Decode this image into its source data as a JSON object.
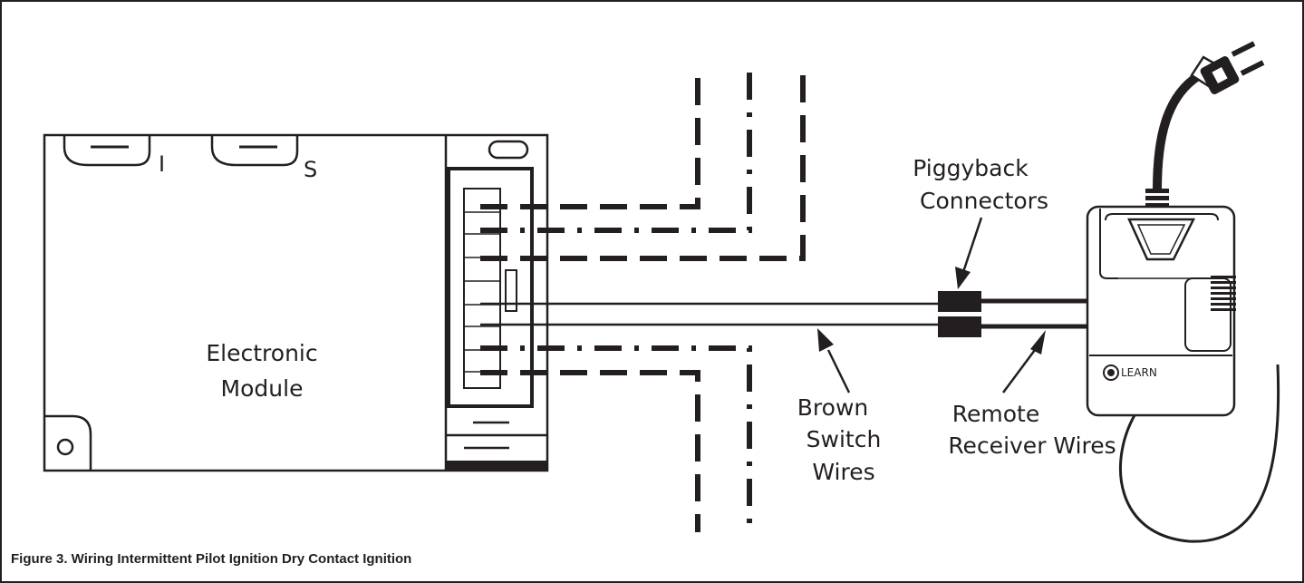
{
  "diagram": {
    "module": {
      "terminal_i": "I",
      "terminal_s": "S",
      "label_line1": "Electronic",
      "label_line2": "Module"
    },
    "labels": {
      "piggyback_line1": "Piggyback",
      "piggyback_line2": "Connectors",
      "brown_line1": "Brown",
      "brown_line2": "Switch",
      "brown_line3": "Wires",
      "remote_line1": "Remote",
      "remote_line2": "Receiver Wires"
    },
    "receiver": {
      "learn_label": "LEARN"
    }
  },
  "caption": "Figure 3.  Wiring Intermittent Pilot Ignition Dry Contact Ignition",
  "colors": {
    "ink": "#231f20",
    "background": "#ffffff"
  }
}
